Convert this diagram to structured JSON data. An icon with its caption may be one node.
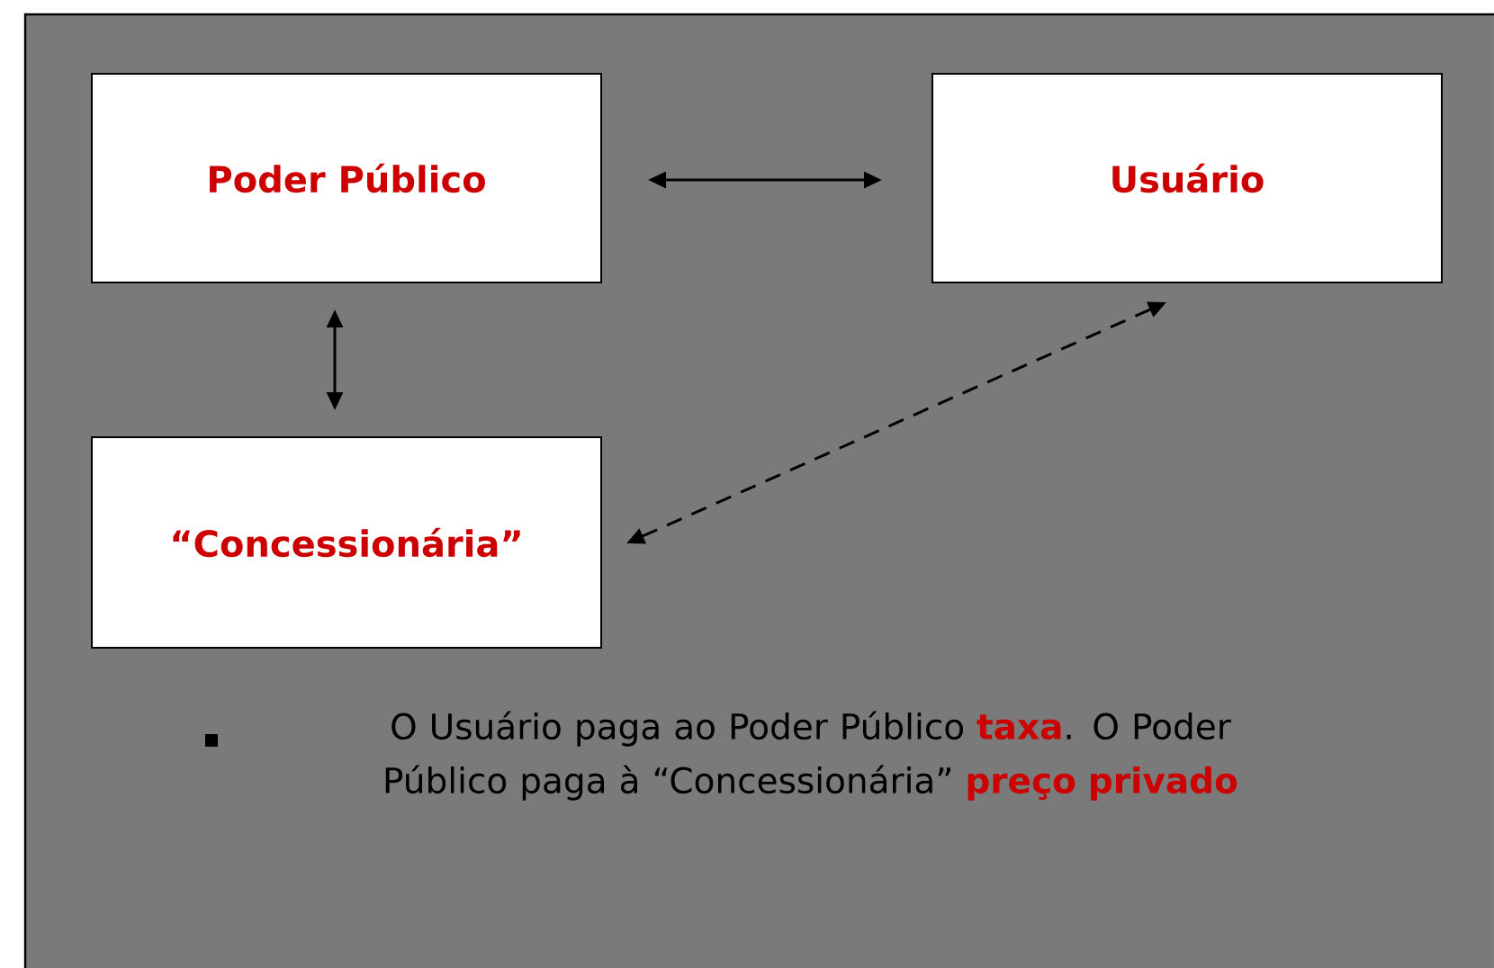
{
  "diagram": {
    "nodes": [
      {
        "text": [
          "Poder Público"
        ]
      },
      {
        "text": [
          "Usuário"
        ]
      },
      {
        "text": [
          "“Concessionária”"
        ]
      }
    ],
    "edges": [
      {
        "from": 0,
        "to": 1,
        "arrow": "both"
      },
      {
        "from": 0,
        "to": 2,
        "arrow": "both"
      },
      {
        "from": 2,
        "to": 1,
        "arrow": "both",
        "style": "dashed"
      }
    ],
    "labels": [
      "O Usuário paga ao Poder Público **taxa**. O Poder Público paga à “Concessionária” **preço privado**"
    ]
  }
}
